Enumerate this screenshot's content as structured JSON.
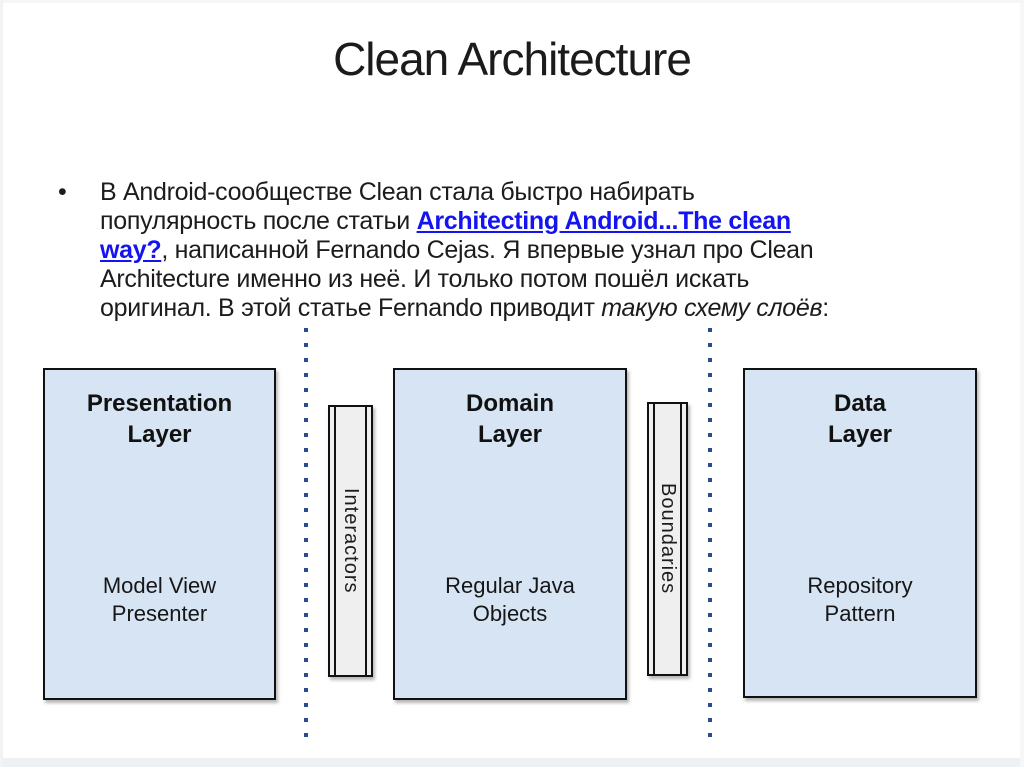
{
  "slide": {
    "title": "Clean Architecture"
  },
  "paragraph": {
    "bullet": "•",
    "lines": [
      {
        "segments": [
          {
            "t": "В Android-сообществе Clean стала быстро набирать"
          }
        ]
      },
      {
        "segments": [
          {
            "t": "популярность после статьи "
          },
          {
            "t": "Architecting Android...The clean"
          }
        ]
      },
      {
        "segments": [
          {
            "t": "way?"
          },
          {
            "t": ", написанной Fernando Cejas. Я впервые узнал про Clean"
          }
        ]
      },
      {
        "segments": [
          {
            "t": "Architecture именно из неё. И только потом пошёл искать"
          }
        ]
      },
      {
        "segments": [
          {
            "t": "оригинал. В этой статье Fernando приводит "
          },
          {
            "t": "такую схему слоёв"
          },
          {
            "t": ":"
          }
        ]
      }
    ],
    "link_text": "Architecting Android...The clean way?"
  },
  "diagram": {
    "boxes": [
      {
        "title": "Presentation\nLayer",
        "subtitle": "Model View\nPresenter"
      },
      {
        "title": "Domain\nLayer",
        "subtitle": "Regular Java\nObjects"
      },
      {
        "title": "Data\nLayer",
        "subtitle": "Repository\nPattern"
      }
    ],
    "bars": [
      {
        "label": "Interactors"
      },
      {
        "label": "Boundaries"
      }
    ],
    "colors": {
      "box_fill": "#d6e4f3",
      "box_border": "#111111",
      "bar_fill": "#efefef",
      "dot_color": "#2a4b8d",
      "link_color": "#1414f0",
      "text_color": "#1c1c1c"
    }
  }
}
